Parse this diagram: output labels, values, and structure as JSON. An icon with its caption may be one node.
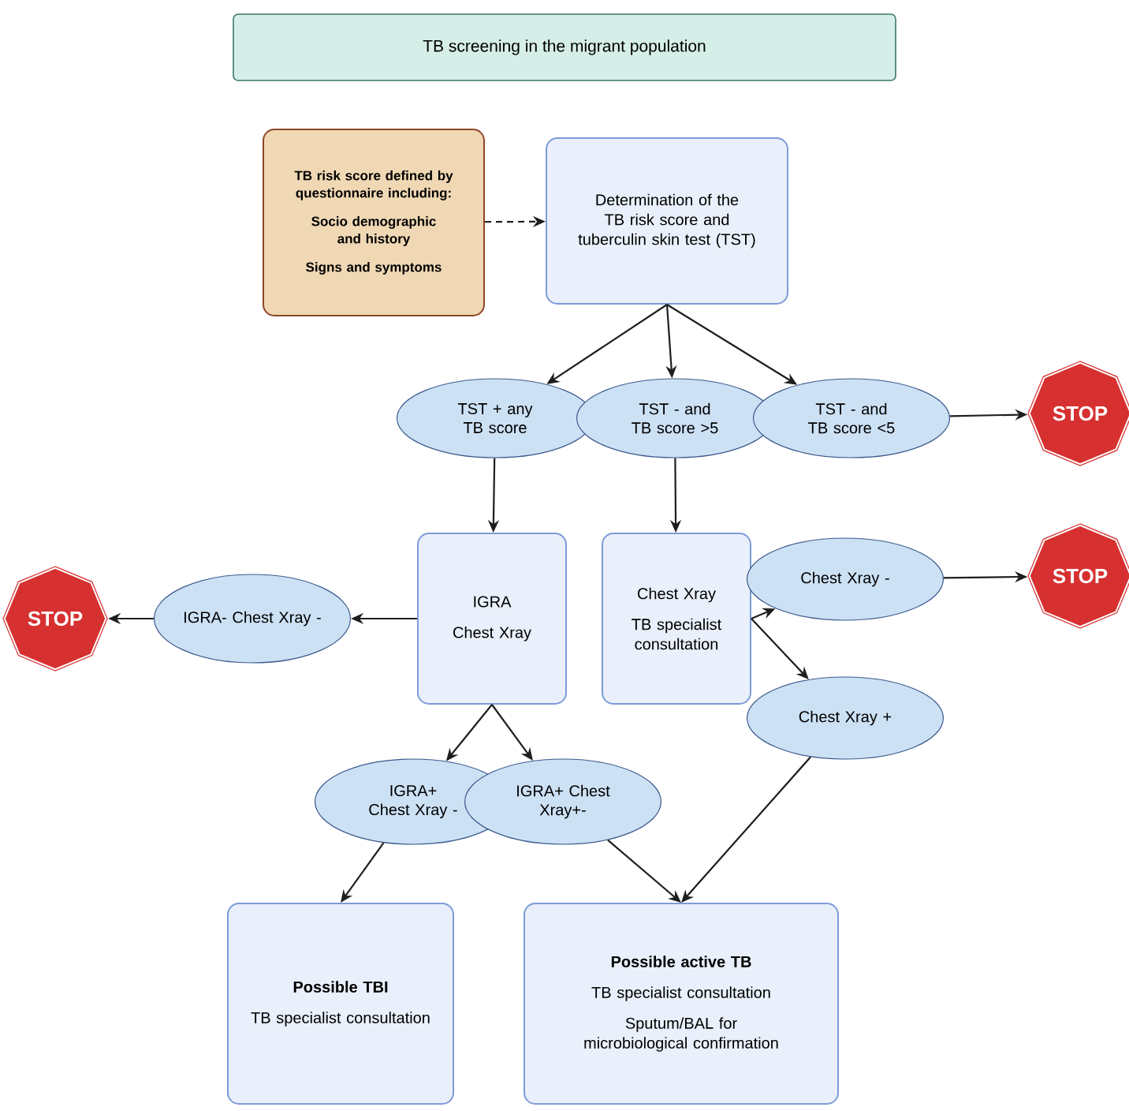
{
  "diagram": {
    "nodes": [
      {
        "text": [
          "TB screening in the migrant population"
        ]
      },
      {
        "text": [
          "TB risk score defined by questionnaire including:",
          "Socio demographic and history",
          "Signs and symptoms"
        ]
      },
      {
        "text": [
          "Determination of the TB risk score and tuberculin skin test (TST)"
        ]
      },
      {
        "text": [
          "TST + any TB score"
        ]
      },
      {
        "text": [
          "TST - and TB score >5"
        ]
      },
      {
        "text": [
          "TST - and TB score <5"
        ]
      },
      {
        "text": [
          "STOP"
        ]
      },
      {
        "text": [
          "STOP"
        ]
      },
      {
        "text": [
          "IGRA- Chest Xray -"
        ]
      },
      {
        "text": [
          "IGRA",
          "Chest Xray"
        ]
      },
      {
        "text": [
          "Chest Xray",
          "TB specialist consultation"
        ]
      },
      {
        "text": [
          "Chest Xray -"
        ]
      },
      {
        "text": [
          "STOP"
        ]
      },
      {
        "text": [
          "Chest Xray +"
        ]
      },
      {
        "text": [
          "IGRA+ Chest Xray -"
        ]
      },
      {
        "text": [
          "IGRA+ Chest Xray+-"
        ]
      },
      {
        "text": [
          "Possible TBI",
          "TB specialist consultation"
        ]
      },
      {
        "text": [
          "Possible active TB",
          "TB specialist consultation",
          "Sputum/BAL for microbiological confirmation"
        ]
      }
    ],
    "edges": [
      {
        "from": 1,
        "to": 2,
        "arrow": "to",
        "style": "dashed"
      },
      {
        "from": 2,
        "to": 3,
        "arrow": "to"
      },
      {
        "from": 2,
        "to": 4,
        "arrow": "to"
      },
      {
        "from": 2,
        "to": 5,
        "arrow": "to"
      },
      {
        "from": 5,
        "to": 6,
        "arrow": "to"
      },
      {
        "from": 3,
        "to": 9,
        "arrow": "to"
      },
      {
        "from": 4,
        "to": 10,
        "arrow": "to"
      },
      {
        "from": 9,
        "to": 8,
        "arrow": "to"
      },
      {
        "from": 8,
        "to": 7,
        "arrow": "to"
      },
      {
        "from": 10,
        "to": 11,
        "arrow": "to"
      },
      {
        "from": 10,
        "to": 13,
        "arrow": "to"
      },
      {
        "from": 11,
        "to": 12,
        "arrow": "to"
      },
      {
        "from": 9,
        "to": 14,
        "arrow": "to"
      },
      {
        "from": 9,
        "to": 15,
        "arrow": "to"
      },
      {
        "from": 14,
        "to": 16,
        "arrow": "to"
      },
      {
        "from": 15,
        "to": 17,
        "arrow": "to"
      },
      {
        "from": 13,
        "to": 17,
        "arrow": "to"
      }
    ]
  }
}
